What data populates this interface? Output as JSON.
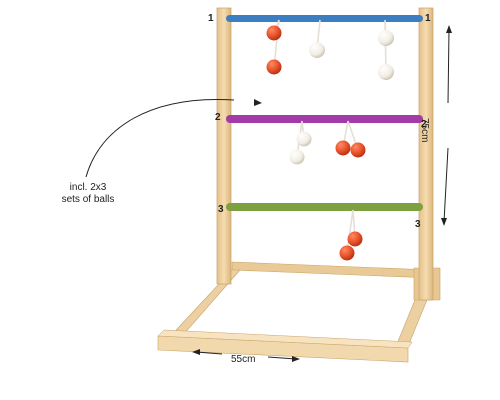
{
  "rungs": [
    {
      "number": "1",
      "color": "#3b7fc2"
    },
    {
      "number": "2",
      "color": "#a23aa8"
    },
    {
      "number": "3",
      "color": "#7ea040"
    }
  ],
  "annotation": {
    "line1": "incl. 2x3",
    "line2": "sets of balls"
  },
  "dimensions": {
    "width": "55cm",
    "height": "75cm"
  },
  "colors": {
    "wood": "#f0d3a3",
    "wood_edge": "#c9a36a",
    "ball_red": "#e8522a",
    "ball_white": "#f4f1ea"
  }
}
